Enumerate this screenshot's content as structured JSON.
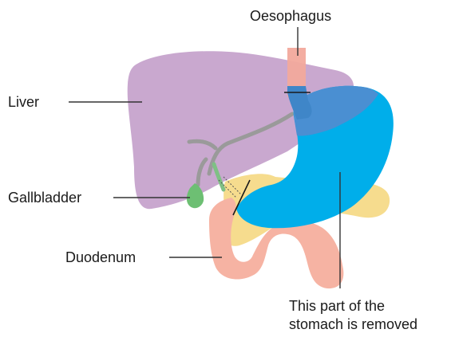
{
  "labels": {
    "oesophagus": "Oesophagus",
    "liver": "Liver",
    "gallbladder": "Gallbladder",
    "duodenum": "Duodenum",
    "removed_line1": "This part of the",
    "removed_line2": "stomach is removed"
  },
  "colors": {
    "liver": "#c9a8cf",
    "stomach": "#00aeea",
    "stomach_overlap": "#4a8fd2",
    "oesophagus": "#f2a99c",
    "pancreas": "#f6dc8e",
    "duodenum": "#f6b3a3",
    "gallbladder": "#6dbf73",
    "bile_duct": "#9a9a9a",
    "cut_line": "#1a1a1a"
  }
}
